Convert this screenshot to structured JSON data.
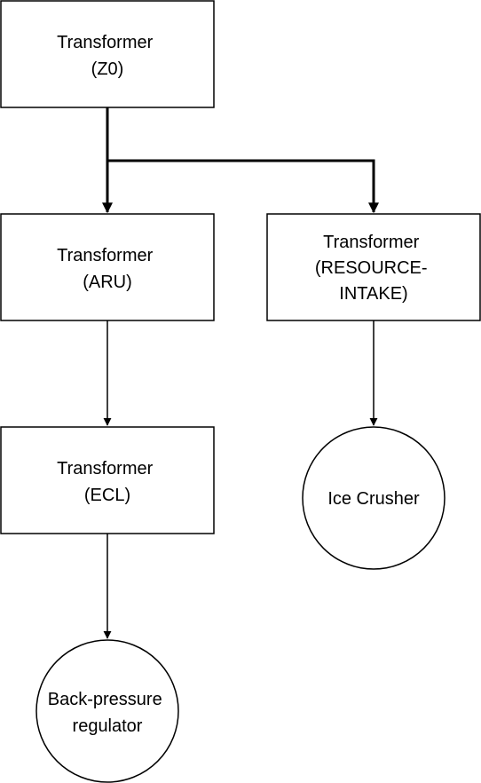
{
  "nodes": {
    "z0": {
      "line1": "Transformer",
      "line2": "(Z0)"
    },
    "aru": {
      "line1": "Transformer",
      "line2": "(ARU)"
    },
    "resource_intake": {
      "line1": "Transformer",
      "line2": "(RESOURCE-",
      "line3": "INTAKE)"
    },
    "ecl": {
      "line1": "Transformer",
      "line2": "(ECL)"
    },
    "ice_crusher": {
      "line1": "Ice Crusher"
    },
    "back_pressure_regulator": {
      "line1": "Back-pressure",
      "line2": "regulator"
    }
  },
  "colors": {
    "stroke": "#000000",
    "fill": "#ffffff",
    "text": "#000000"
  }
}
